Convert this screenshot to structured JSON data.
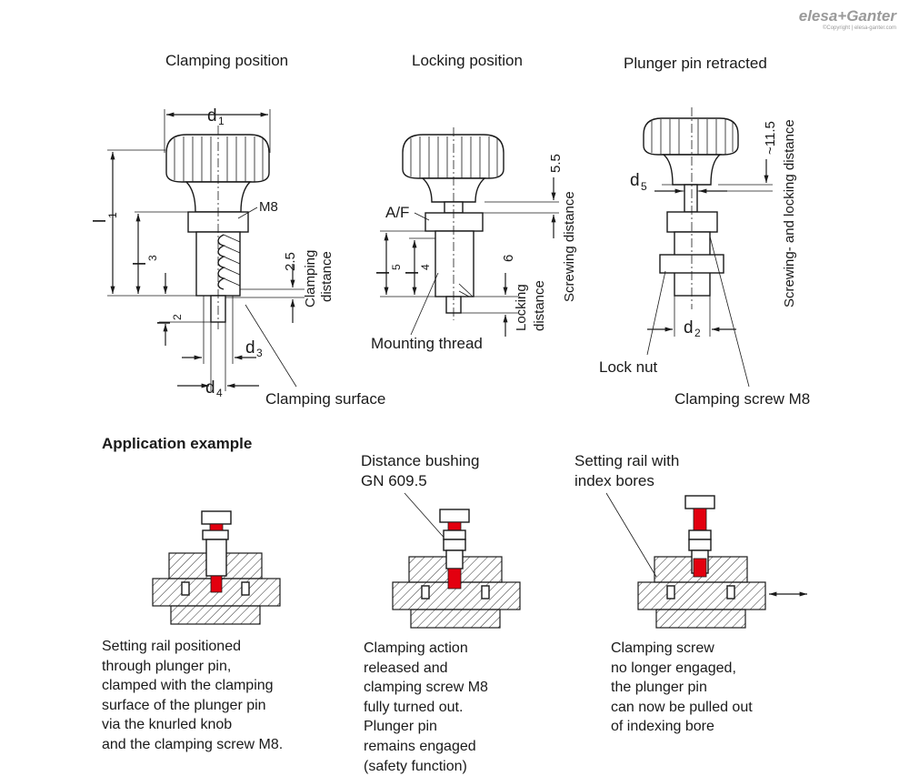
{
  "brand": {
    "logo": "elesa+Ganter",
    "copyright": "©Copyright | elesa-ganter.com"
  },
  "views": {
    "clamping": {
      "title": "Clamping position",
      "d1": "d",
      "d1_sub": "1",
      "l1": "l",
      "l1_sub": "1",
      "l3": "l",
      "l3_sub": "3",
      "l2": "l",
      "l2_sub": "2",
      "d3": "d",
      "d3_sub": "3",
      "d4": "d",
      "d4_sub": "4",
      "thread": "M8",
      "dist_value": "2.5",
      "dist_label_1": "Clamping",
      "dist_label_2": "distance",
      "surface_label": "Clamping surface"
    },
    "locking": {
      "title": "Locking position",
      "af": "A/F",
      "l5": "l",
      "l5_sub": "5",
      "l4": "l",
      "l4_sub": "4",
      "screw_value": "5.5",
      "screw_label": "Screwing distance",
      "lock_value": "6",
      "lock_label_1": "Locking",
      "lock_label_2": "distance",
      "thread_label": "Mounting thread"
    },
    "retracted": {
      "title": "Plunger pin retracted",
      "d5": "d",
      "d5_sub": "5",
      "d2": "d",
      "d2_sub": "2",
      "value": "~11.5",
      "label": "Screwing- and locking distance",
      "lock_nut": "Lock nut",
      "screw_label": "Clamping screw M8"
    }
  },
  "application": {
    "heading": "Application example",
    "callout_bushing_1": "Distance bushing",
    "callout_bushing_2": "GN 609.5",
    "callout_rail_1": "Setting rail with",
    "callout_rail_2": "index bores",
    "desc1": "Setting rail positioned\nthrough plunger pin,\nclamped with the clamping\nsurface of the plunger pin\nvia the knurled knob\nand the clamping screw M8.",
    "desc2": "Clamping action\nreleased and\nclamping screw M8\nfully turned out.\nPlunger pin\nremains engaged\n(safety function)",
    "desc3": "Clamping screw\nno longer engaged,\nthe plunger pin\ncan now be pulled out\nof indexing bore"
  },
  "colors": {
    "accent": "#e3000f",
    "ink": "#1a1a1a",
    "brand_gray": "#9a9a9a"
  }
}
